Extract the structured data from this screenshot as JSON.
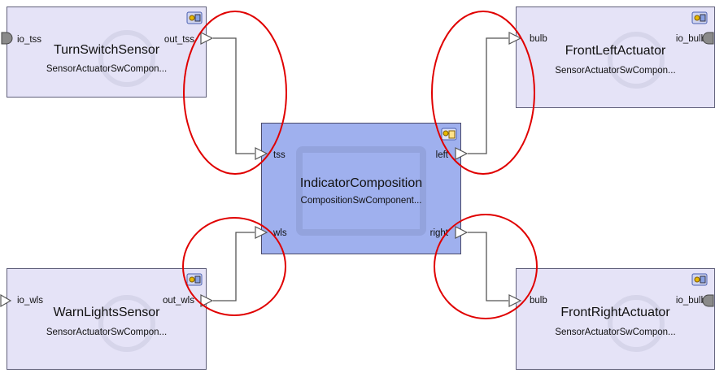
{
  "components": {
    "turn_switch": {
      "name": "TurnSwitchSensor",
      "type": "SensorActuatorSwCompon...",
      "ports": {
        "in": "io_tss",
        "out": "out_tss"
      }
    },
    "warn_lights": {
      "name": "WarnLightsSensor",
      "type": "SensorActuatorSwCompon...",
      "ports": {
        "in": "io_wls",
        "out": "out_wls"
      }
    },
    "indicator": {
      "name": "IndicatorComposition",
      "type": "CompositionSwComponent...",
      "ports": {
        "tss": "tss",
        "wls": "wls",
        "left": "left",
        "right": "right"
      }
    },
    "front_left": {
      "name": "FrontLeftActuator",
      "type": "SensorActuatorSwCompon...",
      "ports": {
        "in": "bulb",
        "out": "io_bulb"
      }
    },
    "front_right": {
      "name": "FrontRightActuator",
      "type": "SensorActuatorSwCompon...",
      "ports": {
        "in": "bulb",
        "out": "io_bulb"
      }
    }
  },
  "colors": {
    "component_fill": "#e5e3f7",
    "composition_fill": "#9fb0ee",
    "highlight": "#e00000",
    "connector": "#555555"
  }
}
